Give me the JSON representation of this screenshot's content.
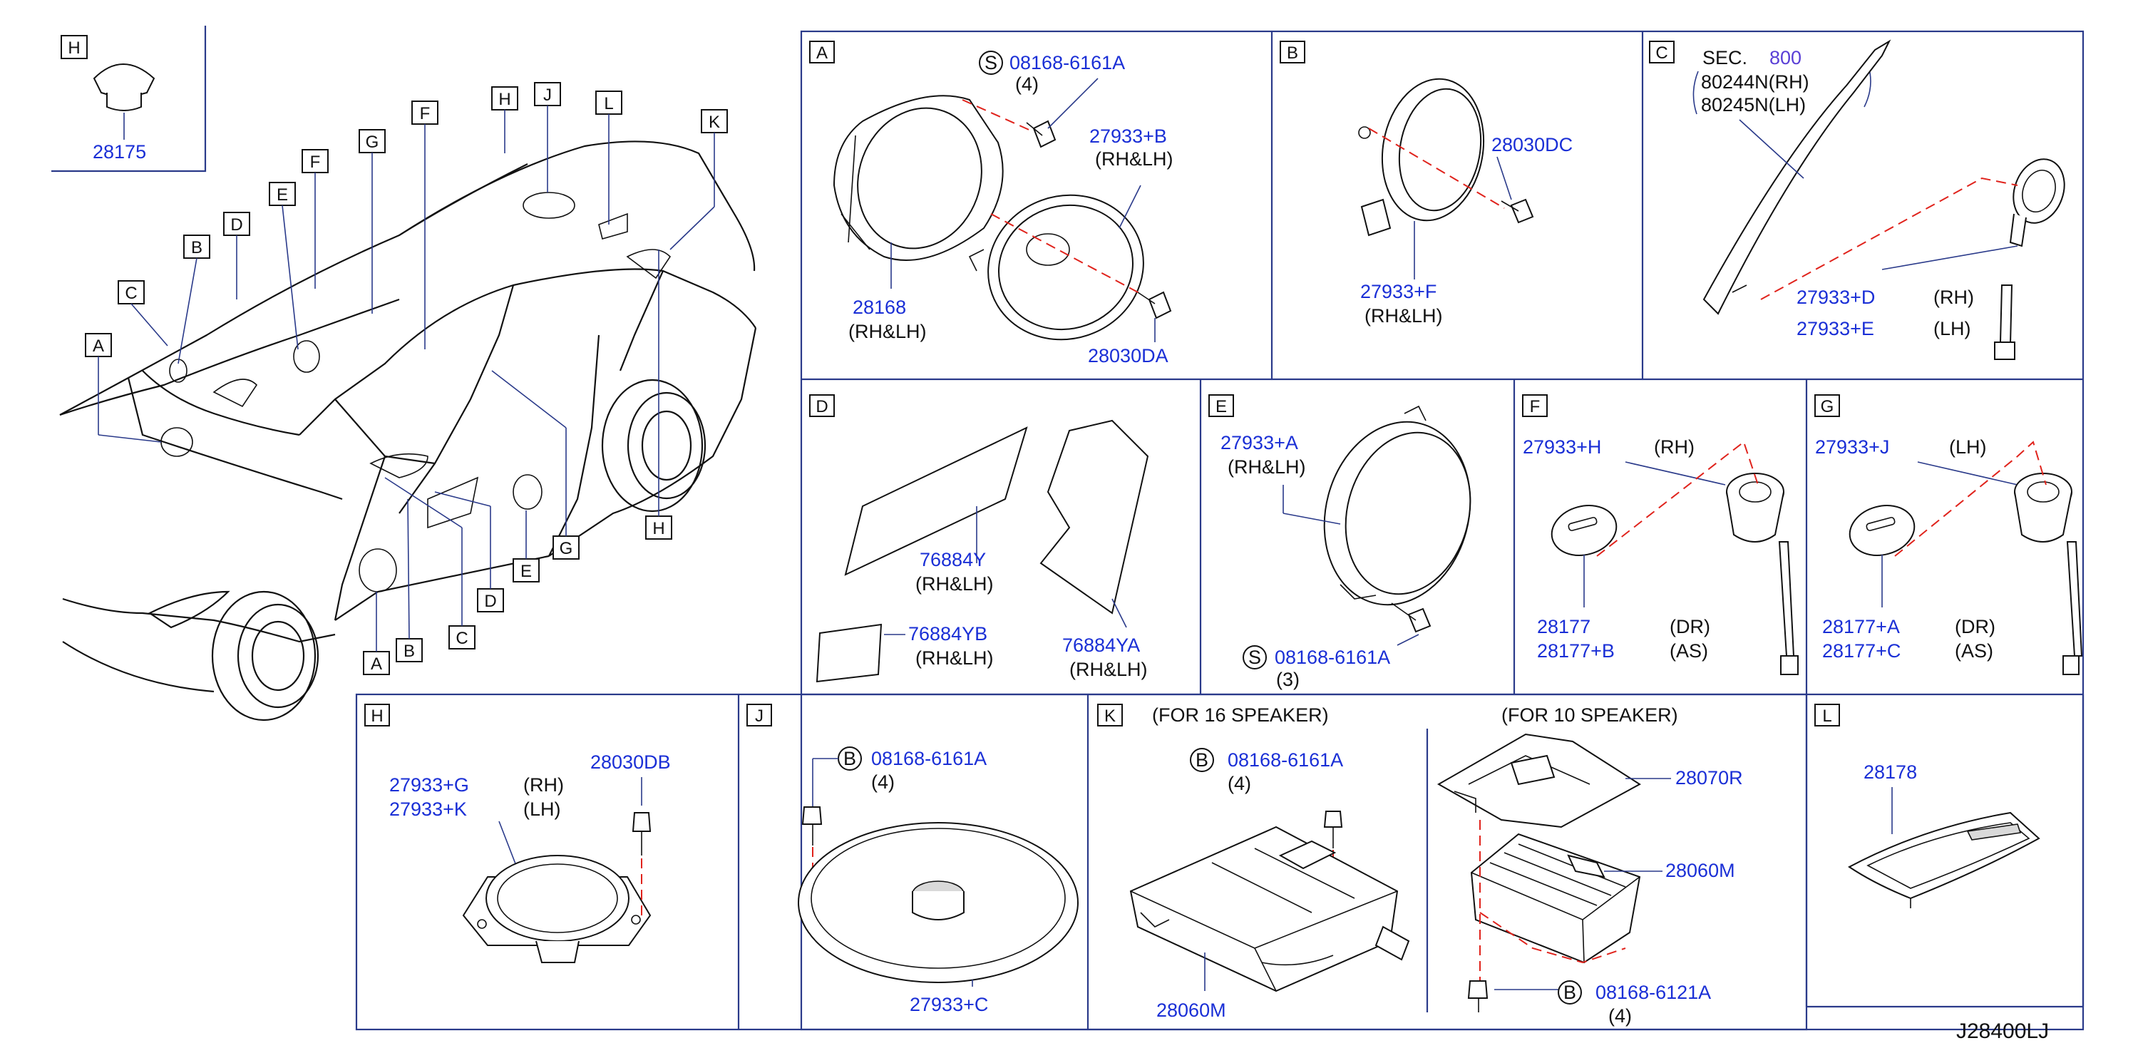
{
  "overview": {
    "inset_h": {
      "box": "H",
      "part": "28175"
    },
    "callouts_top": [
      "H",
      "J",
      "L",
      "K",
      "F",
      "G",
      "F",
      "E",
      "D",
      "B",
      "C",
      "A"
    ],
    "callouts_bottom": [
      "A",
      "B",
      "C",
      "D",
      "E",
      "G",
      "H"
    ]
  },
  "panels": {
    "A": {
      "box": "A",
      "s_code": "S",
      "bolt": "08168-6161A",
      "bolt_qty": "(4)",
      "p1": "27933+B",
      "p1_side": "(RH&LH)",
      "p2": "28168",
      "p2_side": "(RH&LH)",
      "p3": "28030DA"
    },
    "B": {
      "box": "B",
      "p1": "28030DC",
      "p2": "27933+F",
      "p2_side": "(RH&LH)"
    },
    "C": {
      "box": "C",
      "sec": "SEC.",
      "sec_no": "800",
      "ref1": "80244N(RH)",
      "ref2": "80245N(LH)",
      "p1": "27933+D",
      "p1_side": "(RH)",
      "p2": "27933+E",
      "p2_side": "(LH)"
    },
    "D": {
      "box": "D",
      "p1": "76884Y",
      "p1_side": "(RH&LH)",
      "p2": "76884YB",
      "p2_side": "(RH&LH)",
      "p3": "76884YA",
      "p3_side": "(RH&LH)"
    },
    "E": {
      "box": "E",
      "p1": "27933+A",
      "p1_side": "(RH&LH)",
      "s_code": "S",
      "bolt": "08168-6161A",
      "bolt_qty": "(3)"
    },
    "F": {
      "box": "F",
      "p1": "27933+H",
      "p1_side": "(RH)",
      "p2": "28177",
      "p2_side": "(DR)",
      "p3": "28177+B",
      "p3_side": "(AS)"
    },
    "G": {
      "box": "G",
      "p1": "27933+J",
      "p1_side": "(LH)",
      "p2": "28177+A",
      "p2_side": "(DR)",
      "p3": "28177+C",
      "p3_side": "(AS)"
    },
    "H": {
      "box": "H",
      "p1": "27933+G",
      "p1_side": "(RH)",
      "p2": "27933+K",
      "p2_side": "(LH)",
      "p3": "28030DB"
    },
    "J": {
      "box": "J",
      "b_code": "B",
      "bolt": "08168-6161A",
      "bolt_qty": "(4)",
      "p1": "27933+C"
    },
    "K": {
      "box": "K",
      "title16": "(FOR   16   SPEAKER)",
      "title10": "(FOR   10   SPEAKER)",
      "b_code": "B",
      "bolt": "08168-6161A",
      "bolt_qty": "(4)",
      "p1": "28060M",
      "p2": "28070R",
      "p3": "28060M",
      "b_code2": "B",
      "bolt2": "08168-6121A",
      "bolt2_qty": "(4)"
    },
    "L": {
      "box": "L",
      "p1": "28178"
    }
  },
  "diagram_id": "J28400LJ",
  "colors": {
    "part_number": "#1a2fd6",
    "frame": "#2a3a8a",
    "dashed_guide": "#e0231c"
  }
}
